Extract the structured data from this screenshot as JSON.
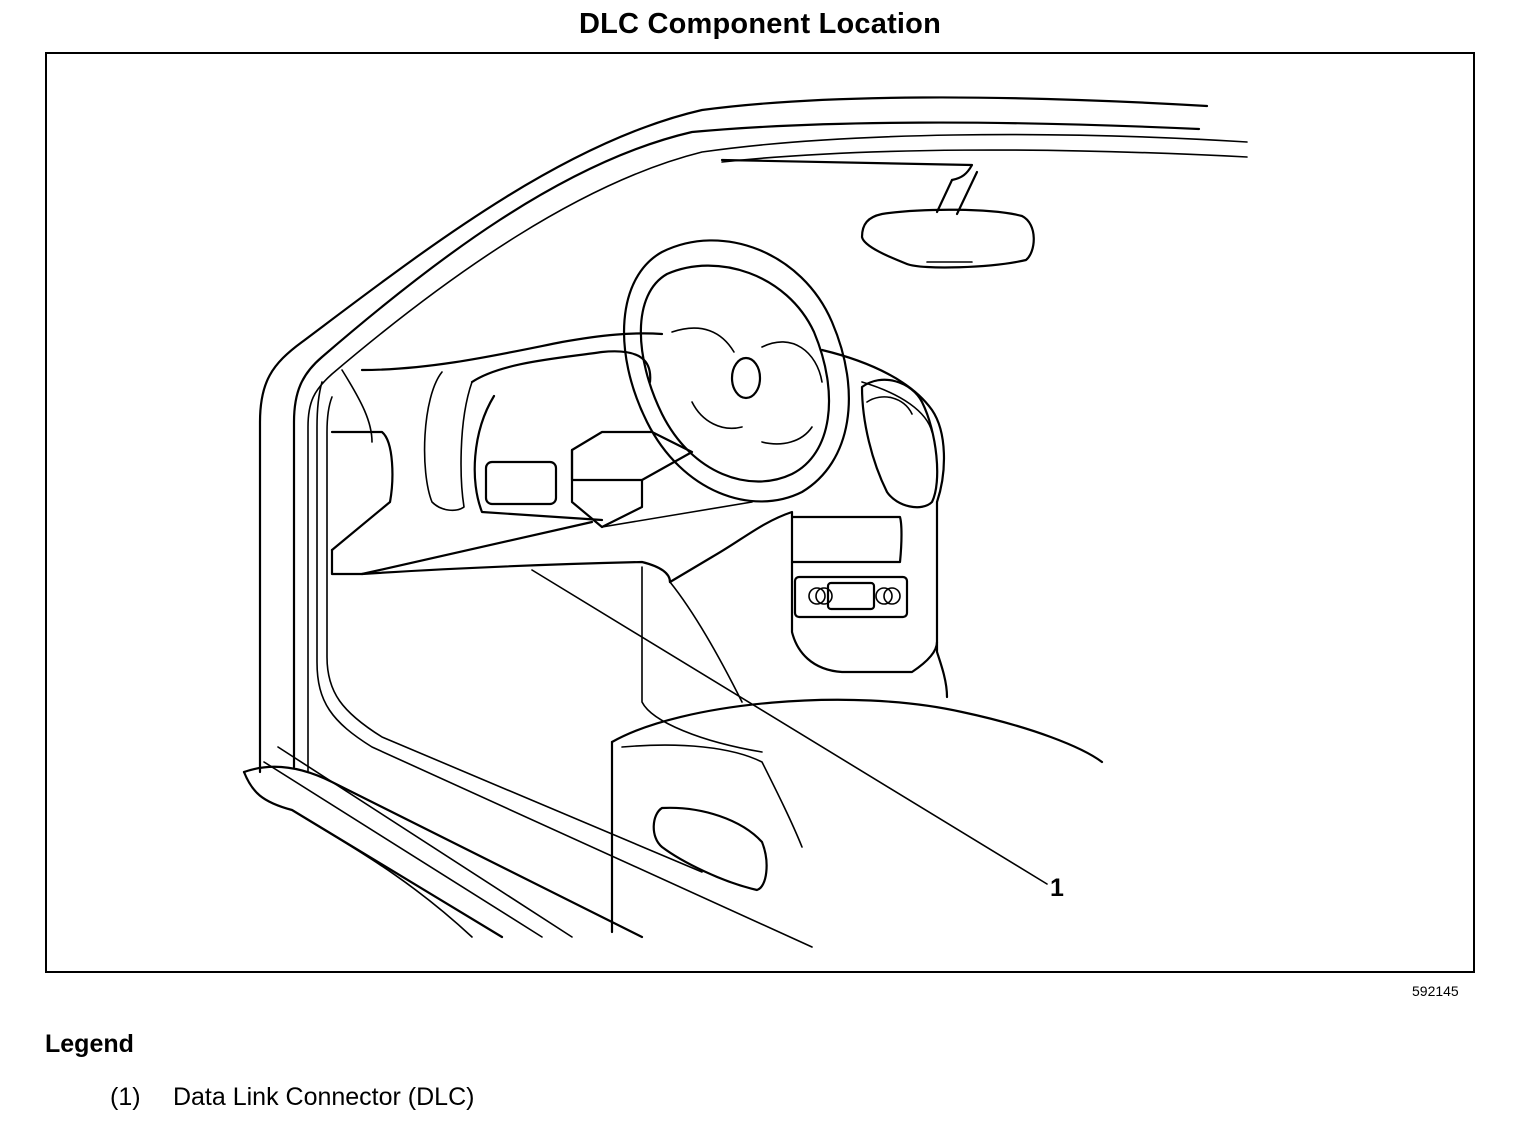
{
  "figure": {
    "title": "DLC Component Location",
    "figure_id": "592145",
    "callouts": [
      {
        "number": "1",
        "target": "Data Link Connector (DLC)"
      }
    ]
  },
  "legend": {
    "heading": "Legend",
    "items": [
      {
        "number": "(1)",
        "label": "Data Link Connector (DLC)"
      }
    ]
  }
}
